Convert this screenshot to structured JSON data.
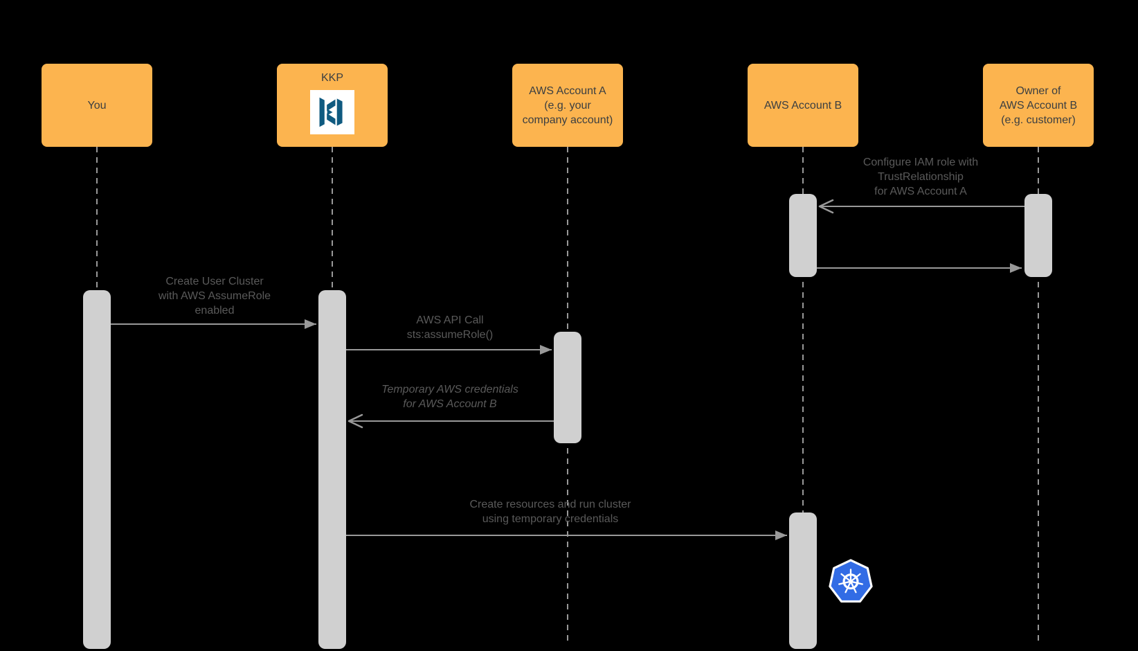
{
  "diagram": {
    "type": "sequence-diagram",
    "background": "#000000",
    "colors": {
      "actor_fill": "#FCB44F",
      "actor_text": "#3A3E41",
      "activation_fill": "#D0D0D0",
      "line": "#999999",
      "message_text": "#5A5A5A",
      "kubermatic_blue": "#0F5A80",
      "kubernetes_blue": "#326CE5"
    },
    "actors": [
      {
        "id": "you",
        "label": "You"
      },
      {
        "id": "kkp",
        "label": "KKP",
        "icon": "kubermatic-logo"
      },
      {
        "id": "aws-account-a",
        "label": "AWS Account A\n(e.g. your\ncompany account)"
      },
      {
        "id": "aws-account-b",
        "label": "AWS Account B"
      },
      {
        "id": "owner-account-b",
        "label": "Owner of\nAWS Account B\n(e.g. customer)"
      }
    ],
    "messages": [
      {
        "from": "Owner of AWS Account B",
        "to": "AWS Account B",
        "arrow": "open",
        "label": "Configure IAM role with\nTrustRelationship\nfor AWS Account A"
      },
      {
        "from": "AWS Account B",
        "to": "Owner of AWS Account B",
        "arrow": "filled",
        "label": ""
      },
      {
        "from": "You",
        "to": "KKP",
        "arrow": "filled",
        "label": "Create User Cluster\nwith AWS AssumeRole\nenabled"
      },
      {
        "from": "KKP",
        "to": "AWS Account A",
        "arrow": "filled",
        "label": "AWS API Call\nsts:assumeRole()"
      },
      {
        "from": "AWS Account A",
        "to": "KKP",
        "arrow": "open",
        "style": "italic",
        "label": "Temporary AWS credentials\nfor AWS Account B"
      },
      {
        "from": "KKP",
        "to": "AWS Account B",
        "arrow": "filled",
        "label": "Create resources and run cluster\nusing temporary credentials"
      }
    ],
    "icons": [
      {
        "name": "kubermatic-logo",
        "on": "KKP"
      },
      {
        "name": "kubernetes-logo",
        "on": "AWS Account B activation"
      }
    ]
  }
}
